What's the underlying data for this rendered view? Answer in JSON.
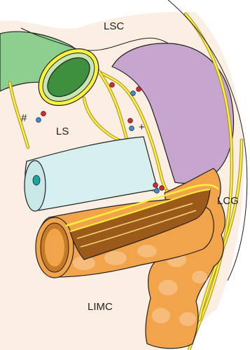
{
  "labels": {
    "lsc": "LSC",
    "ls": "LS",
    "lcg": "LCG",
    "limc": "LIMC",
    "hash": "#",
    "plus": "+"
  },
  "colors": {
    "background_tissue": "#fbeee2",
    "fascia_line": "#fff23a",
    "fascia_outline": "#a58a2a",
    "outline": "#231f20",
    "stomach_green": "#8ccf8e",
    "duct_green": "#3e8f3e",
    "purple_mass": "#c6a6cf",
    "light_blue_tube": "#d6f0ef",
    "orange_colon": "#f2a44a",
    "brown_bowel": "#9c5a1a",
    "artery_red": "#e0262a",
    "vein_blue": "#3a8fd8"
  },
  "icons": [
    "vessel-dot-red",
    "vessel-dot-blue",
    "lumen-dot-teal"
  ]
}
